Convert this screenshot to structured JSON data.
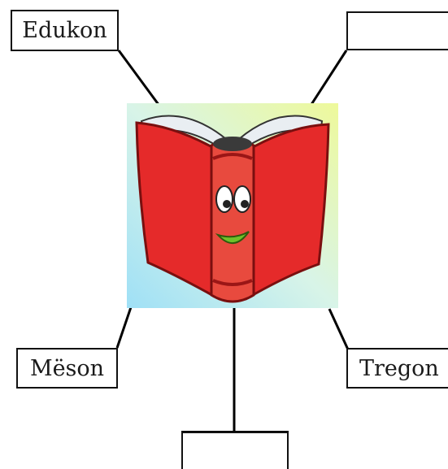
{
  "labels": {
    "top_left": "Edukon",
    "top_right": "",
    "bottom_left": "Mëson",
    "bottom_right": "Tregon",
    "bottom_center": ""
  },
  "picture": {
    "icon": "smiling-book-icon",
    "book_color": "#e52a2a",
    "background_colors": [
      "#aee6f5",
      "#e8f7a8"
    ]
  }
}
